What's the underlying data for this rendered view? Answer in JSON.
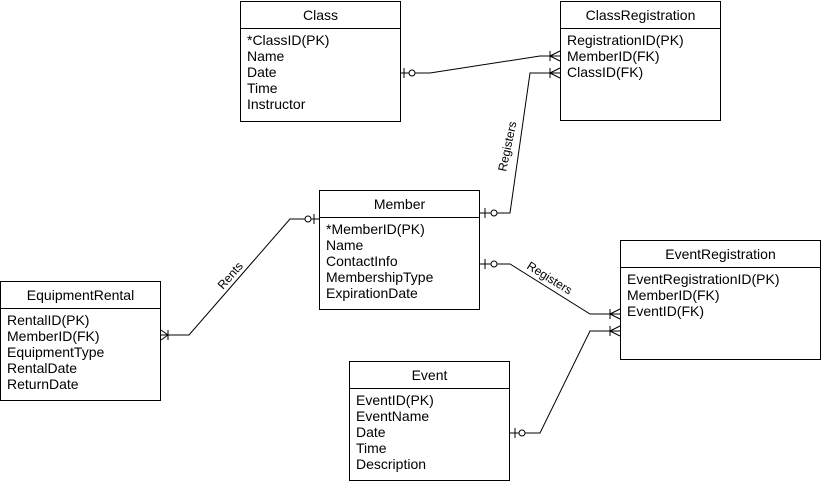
{
  "entities": {
    "class": {
      "title": "Class",
      "fields": [
        "*ClassID(PK)",
        "Name",
        "Date",
        "Time",
        "Instructor"
      ]
    },
    "class_registration": {
      "title": "ClassRegistration",
      "fields": [
        "RegistrationID(PK)",
        "MemberID(FK)",
        "ClassID(FK)"
      ]
    },
    "member": {
      "title": "Member",
      "fields": [
        "*MemberID(PK)",
        "Name",
        "ContactInfo",
        "MembershipType",
        "ExpirationDate"
      ]
    },
    "event_registration": {
      "title": "EventRegistration",
      "fields": [
        "EventRegistrationID(PK)",
        "MemberID(FK)",
        "EventID(FK)"
      ]
    },
    "equipment_rental": {
      "title": "EquipmentRental",
      "fields": [
        "RentalID(PK)",
        "MemberID(FK)",
        "EquipmentType",
        "RentalDate",
        "ReturnDate"
      ]
    },
    "event": {
      "title": "Event",
      "fields": [
        "EventID(PK)",
        "EventName",
        "Date",
        "Time",
        "Description"
      ]
    }
  },
  "relationships": {
    "member_class_registration": {
      "label": "Registers"
    },
    "member_event_registration": {
      "label": "Registers"
    },
    "member_equipment_rental": {
      "label": "Rents"
    }
  }
}
